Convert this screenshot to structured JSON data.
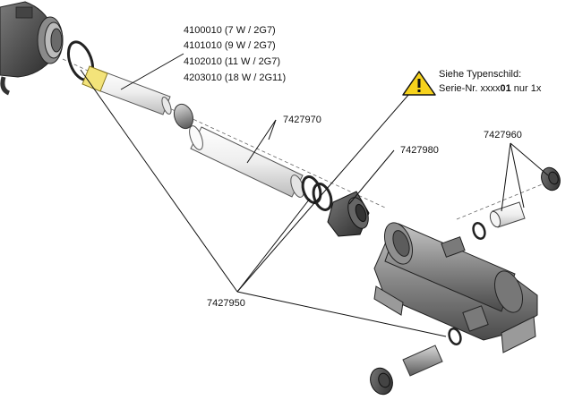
{
  "lamp_parts": [
    "4100010 (7 W / 2G7)",
    "4101010 (9 W / 2G7)",
    "4102010 (11 W / 2G7)",
    "4203010 (18 W / 2G11)"
  ],
  "labels": {
    "quartz_tube": "7427970",
    "nut": "7427980",
    "connector": "7427960",
    "orings": "7427950"
  },
  "warning": {
    "line1": "Siehe Typenschild:",
    "line2_prefix": "Serie-Nr. xxxx",
    "line2_bold": "01",
    "line2_suffix": " nur 1x",
    "icon": "warning-triangle-icon"
  }
}
